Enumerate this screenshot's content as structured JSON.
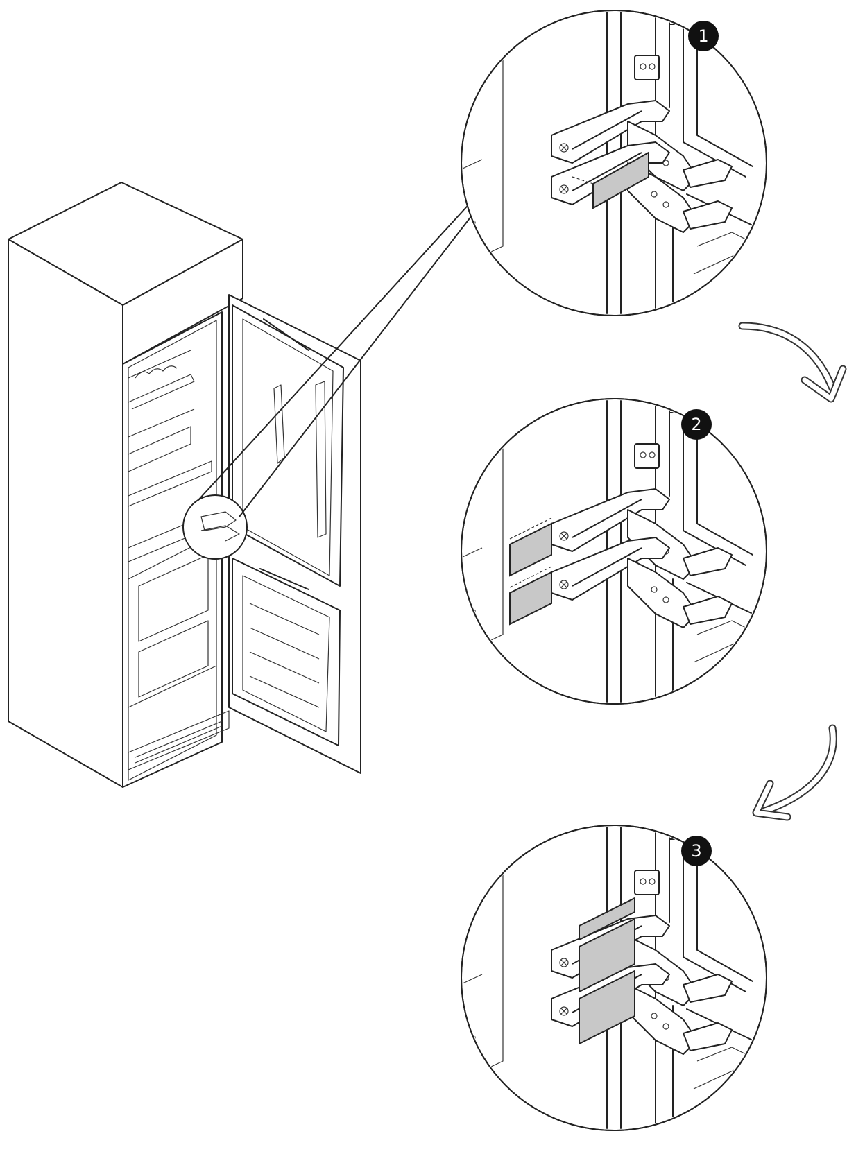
{
  "figure": {
    "steps": [
      {
        "number": "1",
        "spacers_inserted": 1
      },
      {
        "number": "2",
        "spacers_inserted": 2
      },
      {
        "number": "3",
        "spacers_inserted": 3
      }
    ],
    "colors": {
      "line": "#222222",
      "spacer_fill": "#c8c8c8",
      "badge": "#111111",
      "background": "#ffffff"
    },
    "icons": [
      "fridge-illustration",
      "magnifier-circle",
      "curved-arrow",
      "hinge",
      "spacer-plate"
    ]
  }
}
